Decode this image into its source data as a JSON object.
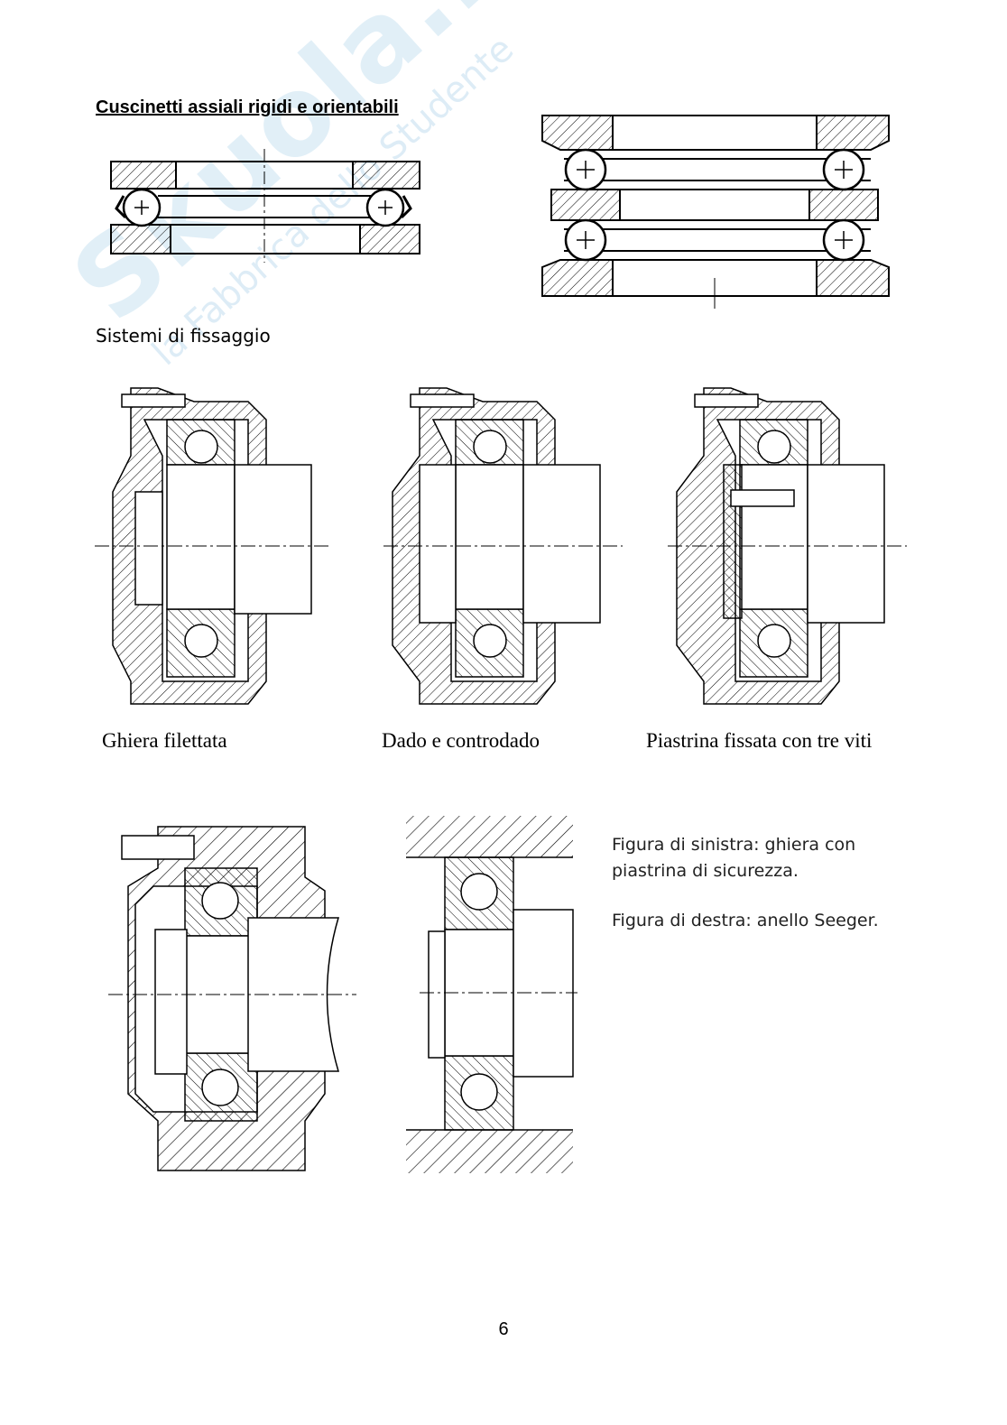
{
  "page": {
    "heading_thrust": "Cuscinetti assiali rigidi e orientabili",
    "heading_fixing": "Sistemi di fissaggio",
    "captions": [
      "Ghiera filettata",
      "Dado e controdado",
      "Piastrina fissata con tre viti"
    ],
    "note_left": "Figura di sinistra: ghiera con piastrina di sicurezza.",
    "note_right": "Figura di destra: anello Seeger.",
    "page_number": "6",
    "watermark": "Skuola.net",
    "watermark_sub": "la Fabbrica dello Studente"
  }
}
